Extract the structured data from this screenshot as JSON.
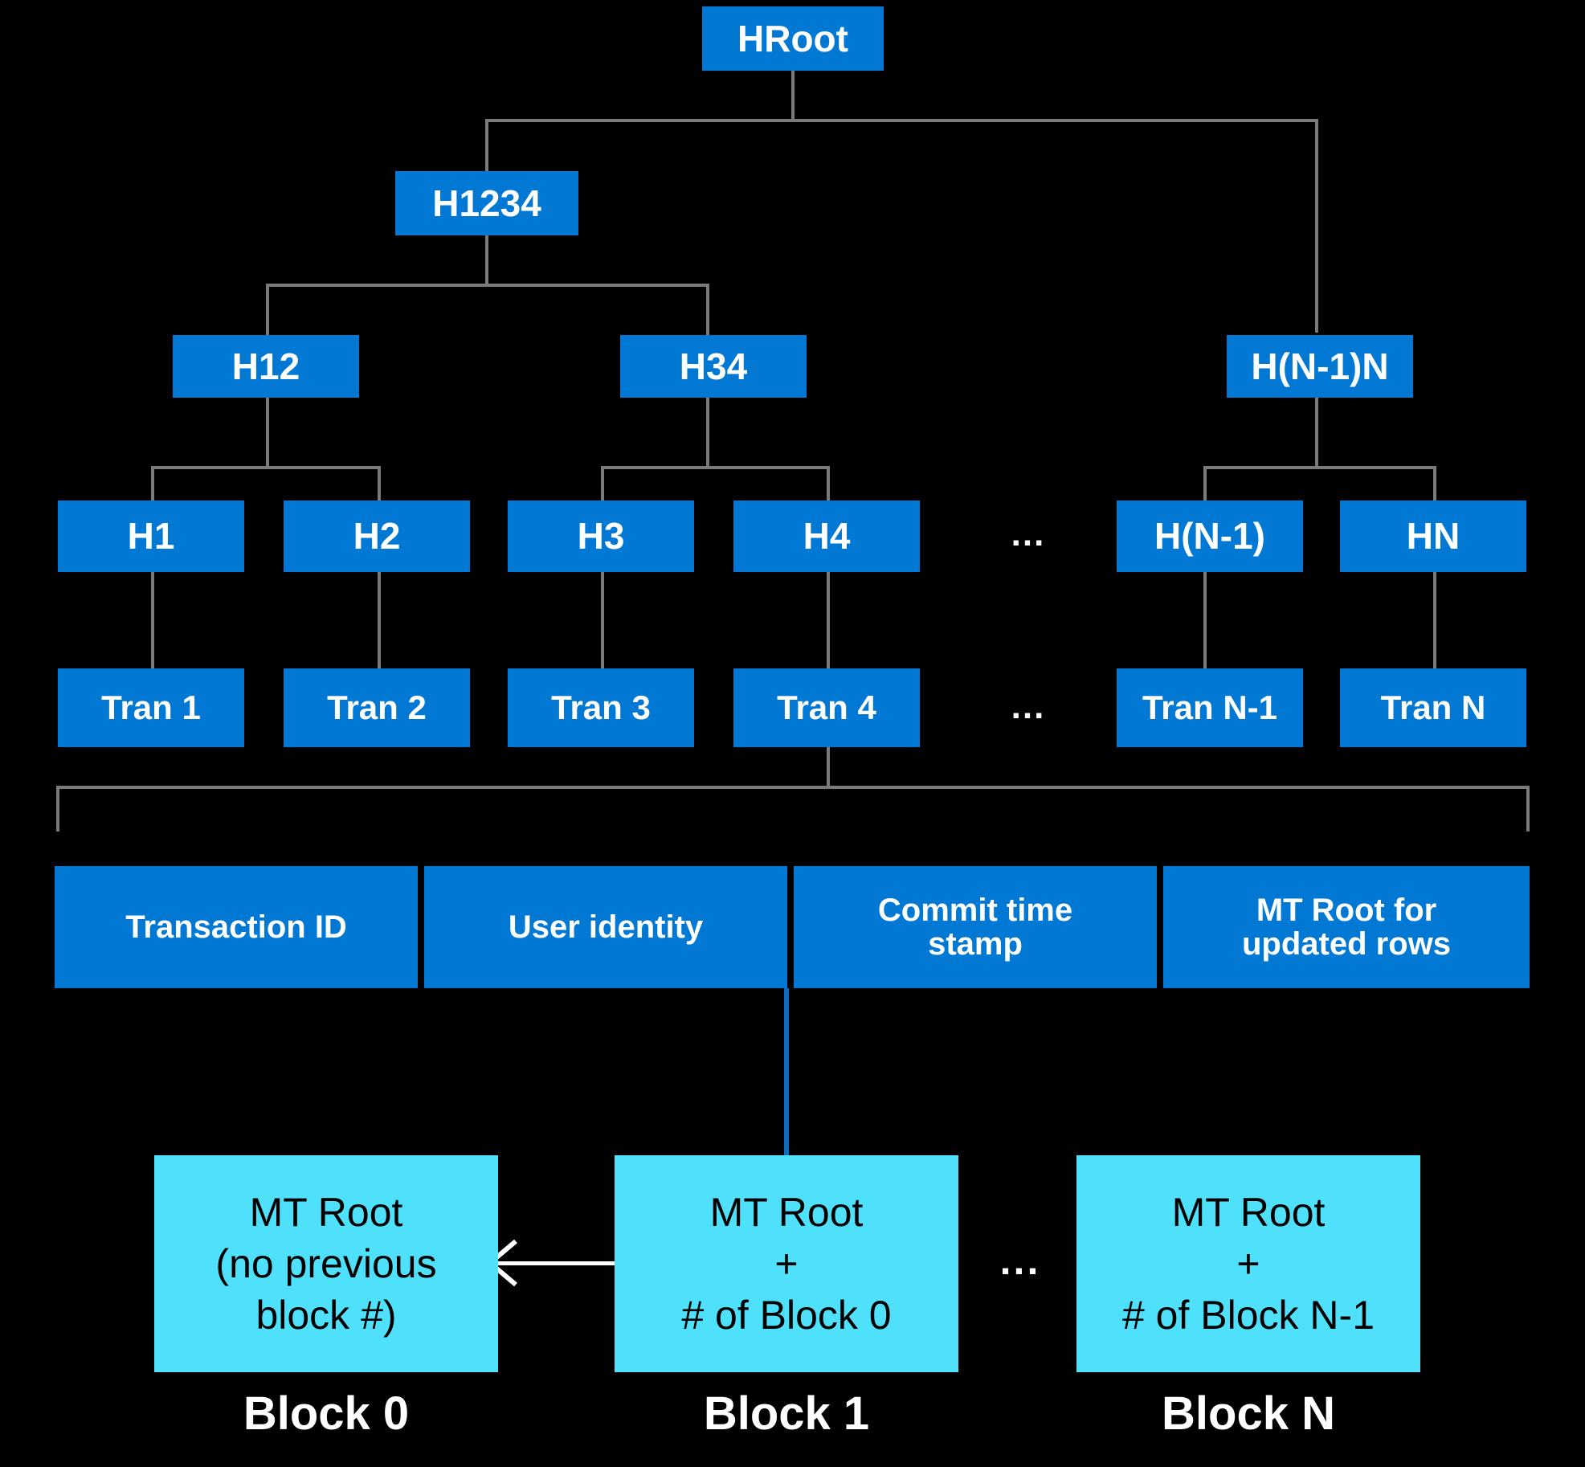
{
  "diagram": {
    "title": "Merkle tree over transactions with blockchain of MT roots",
    "colors": {
      "background": "#000000",
      "hash_node_fill": "#0078D4",
      "hash_node_text": "#FFFFFF",
      "block_node_fill": "#4FE1FB",
      "block_node_text": "#000000",
      "connector": "#7A7A7A",
      "blue_connector": "#0F6CBD",
      "arrow": "#FFFFFF"
    },
    "root": {
      "label": "HRoot"
    },
    "level2": [
      {
        "label": "H1234"
      }
    ],
    "level3": [
      {
        "label": "H12"
      },
      {
        "label": "H34"
      },
      {
        "label": "H(N-1)N"
      }
    ],
    "level4": [
      {
        "label": "H1"
      },
      {
        "label": "H2"
      },
      {
        "label": "H3"
      },
      {
        "label": "H4"
      },
      {
        "label": "H(N-1)"
      },
      {
        "label": "HN"
      }
    ],
    "level4_ellipsis": "...",
    "transactions": [
      {
        "label": "Tran 1"
      },
      {
        "label": "Tran 2"
      },
      {
        "label": "Tran 3"
      },
      {
        "label": "Tran 4"
      },
      {
        "label": "Tran N-1"
      },
      {
        "label": "Tran N"
      }
    ],
    "transactions_ellipsis": "...",
    "transaction_fields": [
      {
        "label": "Transaction ID"
      },
      {
        "label": "User identity"
      },
      {
        "label": "Commit time stamp",
        "line1": "Commit time",
        "line2": "stamp"
      },
      {
        "label": "MT Root for updated rows",
        "line1": "MT Root for",
        "line2": "updated rows"
      }
    ],
    "blocks": [
      {
        "caption": "Block 0",
        "line1": "MT Root",
        "line2": "(no previous",
        "line3": "block #)"
      },
      {
        "caption": "Block 1",
        "line1": "MT Root",
        "line2": "+",
        "line3": "# of Block 0"
      },
      {
        "caption": "Block N",
        "line1": "MT Root",
        "line2": "+",
        "line3": "# of Block N-1"
      }
    ],
    "blocks_ellipsis": "..."
  }
}
